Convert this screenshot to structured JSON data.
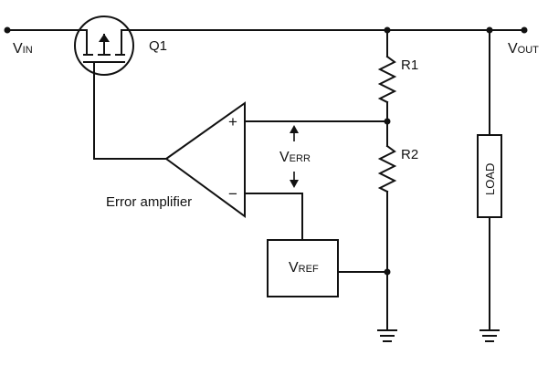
{
  "labels": {
    "vin_main": "V",
    "vin_sub": "IN",
    "vout_main": "V",
    "vout_sub": "OUT",
    "q1": "Q1",
    "r1": "R1",
    "r2": "R2",
    "verr_main": "V",
    "verr_sub": "ERR",
    "vref_main": "V",
    "vref_sub": "REF",
    "load": "LOAD",
    "error_amplifier": "Error amplifier",
    "plus": "+",
    "minus": "−"
  },
  "colors": {
    "stroke": "#111111",
    "background": "#ffffff"
  }
}
